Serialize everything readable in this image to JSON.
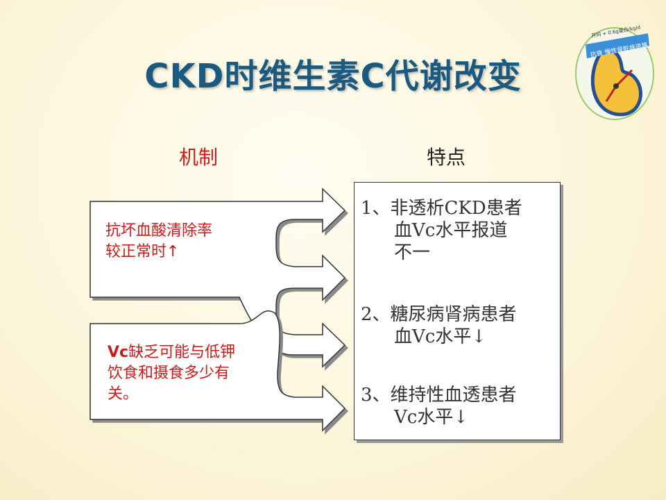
{
  "slide": {
    "title": "CKD时维生素C代谢改变",
    "mechanism_header": "机制",
    "features_header": "特点"
  },
  "mechanisms": [
    {
      "lines": [
        "抗坏血酸清除率",
        "较正常时↑"
      ]
    },
    {
      "prefix": "Vc",
      "lines": [
        "缺乏可能与低钾",
        "饮食和摄食多少有",
        "关。"
      ]
    }
  ],
  "features": [
    {
      "lines": [
        "1、非透析CKD患者",
        "血Vc水平报道",
        "不一"
      ]
    },
    {
      "lines": [
        "2、糖尿病肾病患者",
        "血Vc水平↓"
      ]
    },
    {
      "lines": [
        "3、维持性血透患者",
        "Vc水平↓"
      ]
    }
  ],
  "logo": {
    "text": "开同 + 0.6g蛋白/kg/d",
    "banner": "抗衰 慢性肾脏病进展"
  },
  "colors": {
    "title": "#1a5a80",
    "mechanism_text": "#cc1a1a",
    "feature_text": "#333333"
  }
}
